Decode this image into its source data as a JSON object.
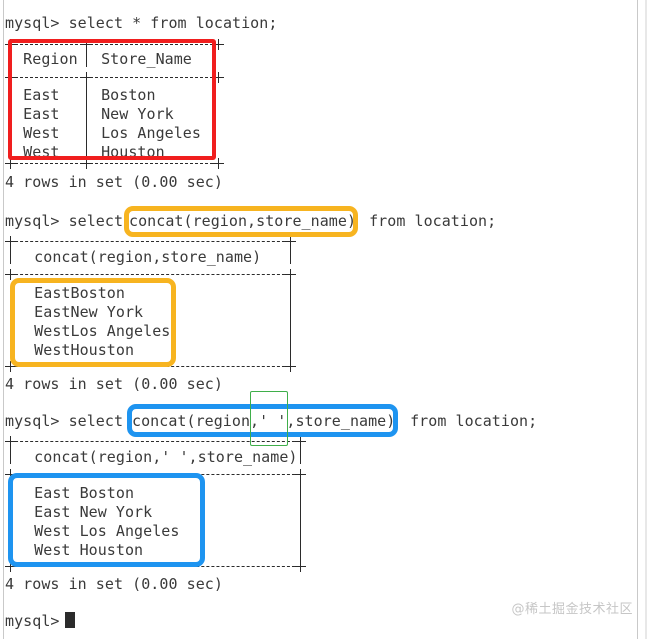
{
  "window": {
    "kind": "mysql-terminal",
    "background": "#ffffff",
    "text_color": "#3a3a3a"
  },
  "watermark": {
    "text": "@稀土掘金技术社区",
    "color": "#c6c6c6"
  },
  "prompt": "mysql> ",
  "blocks": [
    {
      "id": "query1",
      "prompt_line": "mysql> select * from location;",
      "header_cells": "| Region | Store_Name |",
      "rows": [
        "| East   | Boston      |",
        "| East   | New York    |",
        "| West   | Los Angeles |",
        "| West   | Houston     |"
      ],
      "status": "4 rows in set (0.00 sec)",
      "highlight_color": "#f01e1e"
    },
    {
      "id": "query2",
      "prompt_line": "mysql> select concat(region,store_name) from location;",
      "header_cells": "| concat(region,store_name) |",
      "rows": [
        "| EastBoston        |",
        "| EastNew York      |",
        "| WestLos Angeles   |",
        "| WestHouston       |"
      ],
      "status": "4 rows in set (0.00 sec)",
      "highlight_color": "#f7b420"
    },
    {
      "id": "query3",
      "prompt_line": "mysql> select concat(region,' ',store_name) from location;",
      "header_cells": "| concat(region,' ',store_name) |",
      "rows": [
        "| East Boston       |",
        "| East New York     |",
        "| West Los Angeles  |",
        "| West Houston      |"
      ],
      "status": "4 rows in set (0.00 sec)",
      "highlight_color": "#1e94f0"
    }
  ],
  "lines": {
    "l01_prompt1": "mysql> select * from location;",
    "l02_header1_left": "  Region ",
    "l02_header1_right": " Store_Name",
    "l03_r1a": "  East   ",
    "l03_r1b": " Boston",
    "l04_r2a": "  East   ",
    "l04_r2b": " New York",
    "l05_r3a": "  West   ",
    "l05_r3b": " Los Angeles",
    "l06_r4a": "  West   ",
    "l06_r4b": " Houston",
    "l07_status1": "4 rows in set (0.00 sec)",
    "l08_prompt2_pre": "mysql> select ",
    "l08_prompt2_boxed": "concat(region,store_name)",
    "l08_prompt2_post": " from location;",
    "l09_header2": "  concat(region,store_name) ",
    "l10_r1": "  EastBoston",
    "l11_r2": "  EastNew York",
    "l12_r3": "  WestLos Angeles",
    "l13_r4": "  WestHouston",
    "l14_status2": "4 rows in set (0.00 sec)",
    "l15_prompt3_pre": "mysql> select ",
    "l15_prompt3_boxed": "concat(region,' ',store_name)",
    "l15_prompt3_post": " from location;",
    "l16_header3": "  concat(region,' ',store_name) ",
    "l17_r1": "  East Boston",
    "l18_r2": "  East New York",
    "l19_r3": "  West Los Angeles",
    "l20_r4": "  West Houston",
    "l21_status3": "4 rows in set (0.00 sec)",
    "l22_prompt4": "mysql> "
  },
  "highlights": {
    "red_table": "red-result-table-box",
    "orange_query": "orange-concat-expression-box",
    "orange_result": "orange-result-rows-box",
    "blue_query": "blue-concat-expression-box",
    "blue_result": "blue-result-rows-box",
    "green_separator": "green-quoted-space-box"
  }
}
